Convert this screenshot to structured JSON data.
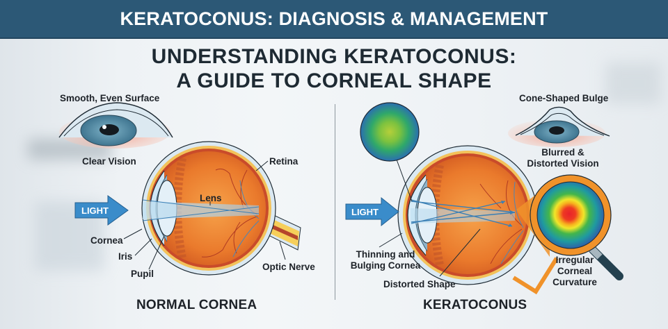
{
  "banner": {
    "title": "KERATOCONUS: DIAGNOSIS & MANAGEMENT"
  },
  "main_title": {
    "line1": "UNDERSTANDING KERATOCONUS:",
    "line2": "A GUIDE TO CORNEAL SHAPE"
  },
  "colors": {
    "banner": "#2c5876",
    "title_text": "#1e2a33",
    "light_arrow": "#3a8cca",
    "eyeball_orange": "#e97b2c",
    "magnifier_orange": "#f0922a",
    "iris_blue": "#5b8fa8"
  },
  "normal": {
    "section_title": "NORMAL CORNEA",
    "small_eye_top_label": "Smooth, Even Surface",
    "small_eye_bottom_label": "Clear Vision",
    "light_label": "LIGHT",
    "labels": {
      "retina": "Retina",
      "lens": "Lens",
      "cornea": "Cornea",
      "iris": "Iris",
      "pupil": "Pupil",
      "optic_nerve": "Optic Nerve"
    }
  },
  "keratoconus": {
    "section_title": "KERATOCONUS",
    "small_eye_top_label": "Cone-Shaped Bulge",
    "small_eye_bottom_label_1": "Blurred &",
    "small_eye_bottom_label_2": "Distorted Vision",
    "light_label": "LIGHT",
    "labels": {
      "thinning_1": "Thinning and",
      "thinning_2": "Bulging Cornea",
      "distorted_shape": "Distorted Shape",
      "irregular_1": "Irregular",
      "irregular_2": "Corneal",
      "irregular_3": "Curvature"
    }
  }
}
